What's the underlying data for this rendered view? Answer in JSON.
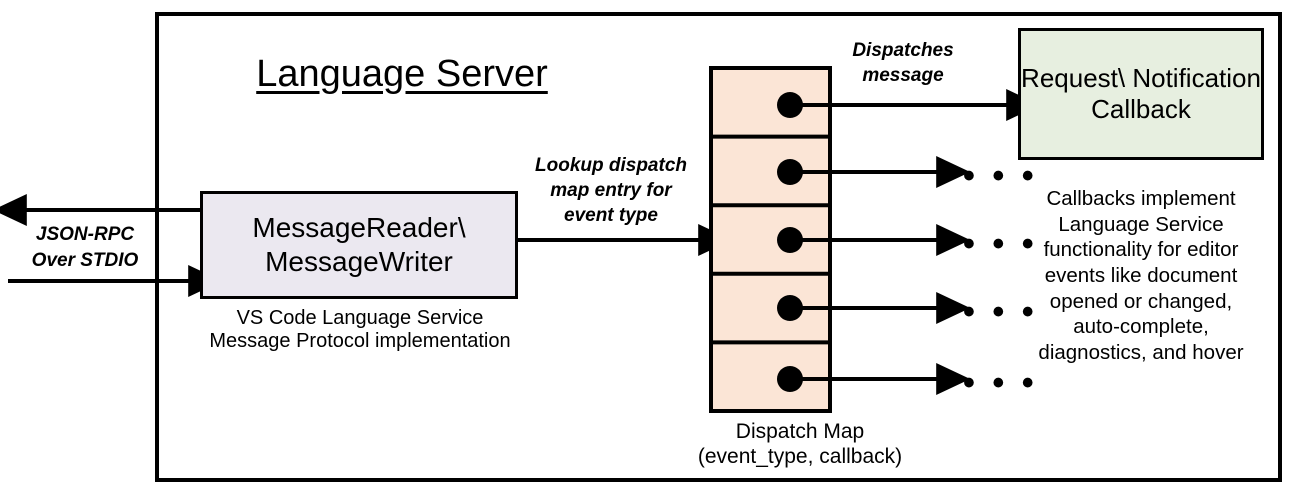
{
  "diagram": {
    "title": "Language Server",
    "outer_frame_label": "language-server-boundary",
    "colors": {
      "stroke": "#000000",
      "reader_writer_fill": "#EBE8F0",
      "dispatch_map_fill": "#FBE5D6",
      "callback_fill": "#E7EFE0",
      "background": "#FFFFFF"
    }
  },
  "external": {
    "io_label": "JSON-RPC\nOver STDIO",
    "outbound_arrow": "outgoing-message",
    "inbound_arrow": "incoming-message"
  },
  "reader_writer": {
    "label": "MessageReader\\\nMessageWriter",
    "caption": "VS Code Language Service\nMessage Protocol implementation"
  },
  "lookup_arrow": {
    "label": "Lookup dispatch\nmap entry for\nevent type"
  },
  "dispatch_map": {
    "caption": "Dispatch Map\n(event_type, callback)",
    "cells": [
      {
        "index": 1,
        "dot": "entry-dot",
        "outflow": "dispatches-to-callback"
      },
      {
        "index": 2,
        "dot": "entry-dot",
        "outflow": "ellipsis"
      },
      {
        "index": 3,
        "dot": "entry-dot",
        "outflow": "ellipsis"
      },
      {
        "index": 4,
        "dot": "entry-dot",
        "outflow": "ellipsis"
      },
      {
        "index": 5,
        "dot": "entry-dot",
        "outflow": "ellipsis"
      }
    ],
    "ellipsis_glyph": "• • •"
  },
  "dispatch_arrow": {
    "label": "Dispatches\nmessage"
  },
  "callback": {
    "label": "Request\\\nNotification\nCallback",
    "caption": "Callbacks implement\nLanguage Service\nfunctionality for editor\nevents like document\nopened or changed,\nauto-complete,\ndiagnostics, and hover"
  }
}
